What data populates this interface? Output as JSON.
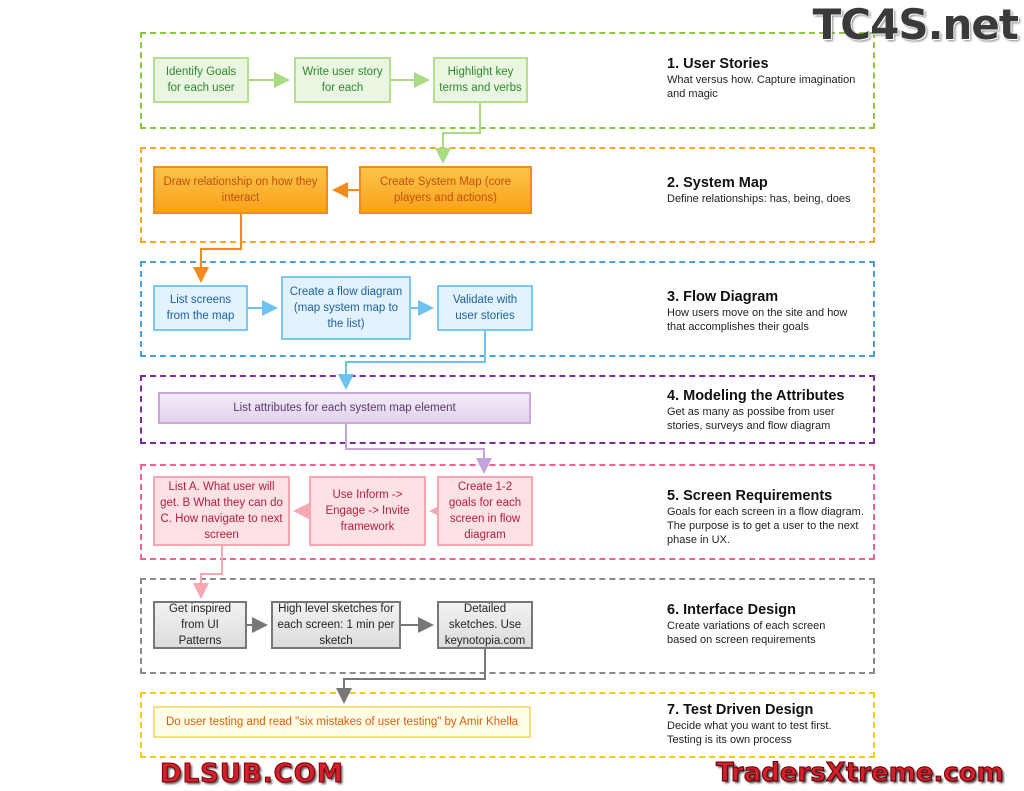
{
  "sections": [
    {
      "title": "1. User Stories",
      "desc": "What versus how. Capture imagination and magic",
      "steps": [
        "Identify Goals for each user",
        "Write user story for each",
        "Highlight key terms and verbs"
      ],
      "color": "#8cc63f"
    },
    {
      "title": "2. System Map",
      "desc": "Define relationships: has, being, does",
      "steps": [
        "Draw relationship on how they interact",
        "Create System Map (core players and actions)"
      ],
      "color": "#f7a823"
    },
    {
      "title": "3. Flow Diagram",
      "desc": "How users move on the site and how that accomplishes their goals",
      "steps": [
        "List screens from the map",
        "Create a flow diagram (map system map to the list)",
        "Validate with user stories"
      ],
      "color": "#4a9fe0"
    },
    {
      "title": "4. Modeling the Attributes",
      "desc": "Get as many as possibe from user stories, surveys and flow diagram",
      "steps": [
        "List attributes for each system map element"
      ],
      "color": "#7b2d9e"
    },
    {
      "title": "5. Screen Requirements",
      "desc": "Goals for each screen in a flow diagram. The purpose is to get a user to the next phase in UX.",
      "steps": [
        "List A. What user will get. B What they can do C. How navigate to next screen",
        "Use Inform -> Engage -> Invite framework",
        "Create 1-2 goals for each screen in flow diagram"
      ],
      "color": "#f06292"
    },
    {
      "title": "6. Interface Design",
      "desc": "Create variations of each screen based on screen requirements",
      "steps": [
        "Get inspired from UI Patterns",
        "High level sketches for each screen: 1 min per sketch",
        "Detailed sketches. Use keynotopia.com"
      ],
      "color": "#8a8a8a"
    },
    {
      "title": "7. Test Driven Design",
      "desc": "Decide what you want to test first. Testing is its own process",
      "steps": [
        "Do user testing and read \"six mistakes of user testing\" by Amir Khella"
      ],
      "color": "#f5d000"
    }
  ],
  "watermarks": {
    "top": "TC4S.net",
    "middle": "DLSUB.COM",
    "bottom": "TradersXtreme.com"
  }
}
